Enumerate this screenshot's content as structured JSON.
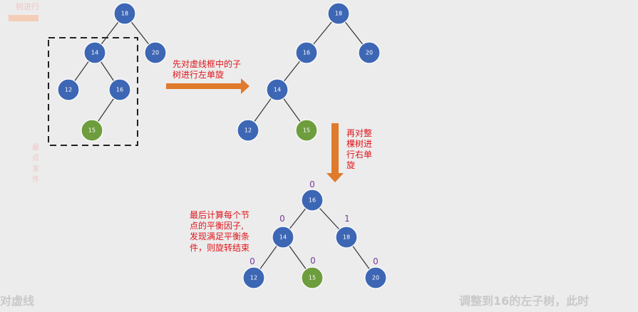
{
  "colors": {
    "node_blue": "#3d67b4",
    "node_green": "#6e9d3e",
    "node_stroke": "#ffffff",
    "edge": "#333333",
    "arrow": "#e07a2c",
    "annotation": "#e0151b",
    "balance_factor": "#7a3a9a",
    "dashed_box": "#222222"
  },
  "bg_fragments": {
    "top_left": "树进行",
    "vertical": [
      "最",
      "点",
      "发",
      "件"
    ],
    "bottom_left": "对虚线",
    "bottom_right": "调整到16的左子树，此时"
  },
  "annotations": {
    "step1": [
      "先对虚线框中的子",
      "树进行左单旋"
    ],
    "step2": [
      "再对整",
      "棵树进",
      "行右单",
      "旋"
    ],
    "final": [
      "最后计算每个节",
      "点的平衡因子,",
      "发现满足平衡条",
      "件，则旋转结束"
    ]
  },
  "trees": [
    {
      "id": "tree-original",
      "nodes": [
        {
          "id": "n18",
          "label": "18",
          "color": "blue"
        },
        {
          "id": "n14",
          "label": "14",
          "color": "blue"
        },
        {
          "id": "n20",
          "label": "20",
          "color": "blue"
        },
        {
          "id": "n12",
          "label": "12",
          "color": "blue"
        },
        {
          "id": "n16",
          "label": "16",
          "color": "blue"
        },
        {
          "id": "n15",
          "label": "15",
          "color": "green"
        }
      ],
      "edges": [
        [
          "n18",
          "n14"
        ],
        [
          "n18",
          "n20"
        ],
        [
          "n14",
          "n12"
        ],
        [
          "n14",
          "n16"
        ],
        [
          "n16",
          "n15"
        ]
      ]
    },
    {
      "id": "tree-after-left",
      "nodes": [
        {
          "id": "n18",
          "label": "18",
          "color": "blue"
        },
        {
          "id": "n16",
          "label": "16",
          "color": "blue"
        },
        {
          "id": "n20",
          "label": "20",
          "color": "blue"
        },
        {
          "id": "n14",
          "label": "14",
          "color": "blue"
        },
        {
          "id": "n12",
          "label": "12",
          "color": "blue"
        },
        {
          "id": "n15",
          "label": "15",
          "color": "green"
        }
      ],
      "edges": [
        [
          "n18",
          "n16"
        ],
        [
          "n18",
          "n20"
        ],
        [
          "n16",
          "n14"
        ],
        [
          "n14",
          "n12"
        ],
        [
          "n14",
          "n15"
        ]
      ]
    },
    {
      "id": "tree-final",
      "nodes": [
        {
          "id": "n16",
          "label": "16",
          "color": "blue",
          "bf": "0"
        },
        {
          "id": "n14",
          "label": "14",
          "color": "blue",
          "bf": "0"
        },
        {
          "id": "n18",
          "label": "18",
          "color": "blue",
          "bf": "1"
        },
        {
          "id": "n12",
          "label": "12",
          "color": "blue",
          "bf": "0"
        },
        {
          "id": "n15",
          "label": "15",
          "color": "green",
          "bf": "0"
        },
        {
          "id": "n20",
          "label": "20",
          "color": "blue",
          "bf": "0"
        }
      ],
      "edges": [
        [
          "n16",
          "n14"
        ],
        [
          "n16",
          "n18"
        ],
        [
          "n14",
          "n12"
        ],
        [
          "n14",
          "n15"
        ],
        [
          "n18",
          "n20"
        ]
      ]
    }
  ]
}
